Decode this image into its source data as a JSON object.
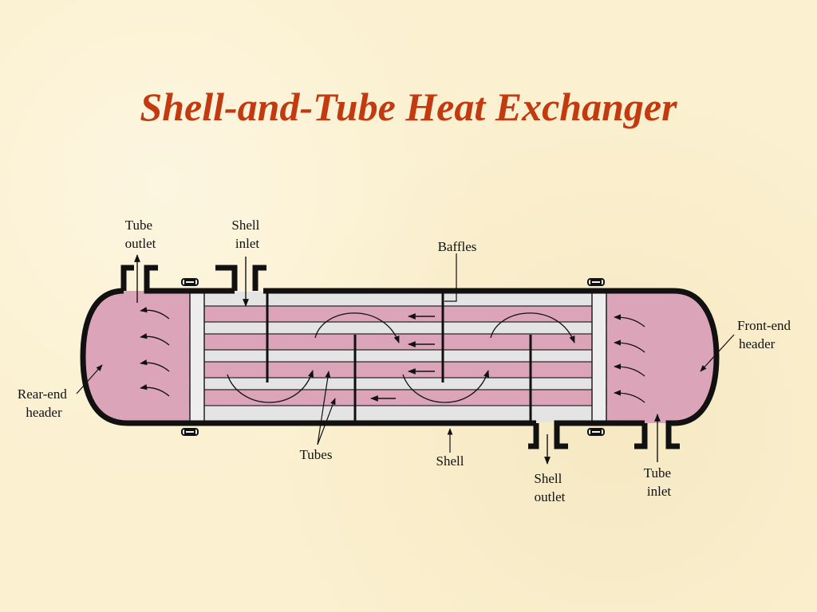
{
  "title": "Shell-and-Tube Heat Exchanger",
  "colors": {
    "title": "#c23a10",
    "header_fluid": "#dca4b8",
    "shell_fluid": "#e4e4e4",
    "tube_fluid": "#dca4b8",
    "outline": "#111111",
    "background": "#fbf0cf"
  },
  "labels": {
    "tube_outlet": [
      "Tube",
      "outlet"
    ],
    "shell_inlet": [
      "Shell",
      "inlet"
    ],
    "baffles": "Baffles",
    "front_end_header": [
      "Front-end",
      "header"
    ],
    "rear_end_header": [
      "Rear-end",
      "header"
    ],
    "tubes": "Tubes",
    "shell": "Shell",
    "shell_outlet": [
      "Shell",
      "outlet"
    ],
    "tube_inlet": [
      "Tube",
      "inlet"
    ]
  }
}
